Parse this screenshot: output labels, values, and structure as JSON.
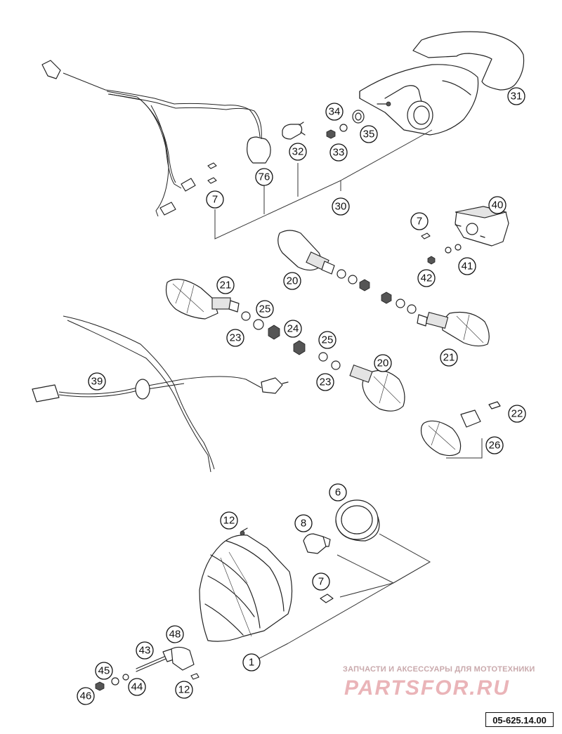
{
  "diagram": {
    "part_numbers": {
      "p1": "1",
      "p6": "6",
      "p7a": "7",
      "p7b": "7",
      "p7c": "7",
      "p8": "8",
      "p12a": "12",
      "p12b": "12",
      "p20a": "20",
      "p20b": "20",
      "p21a": "21",
      "p21b": "21",
      "p22": "22",
      "p23a": "23",
      "p23b": "23",
      "p24": "24",
      "p25a": "25",
      "p25b": "25",
      "p26": "26",
      "p30": "30",
      "p31": "31",
      "p32": "32",
      "p33": "33",
      "p34": "34",
      "p35": "35",
      "p39": "39",
      "p40": "40",
      "p41": "41",
      "p42": "42",
      "p43": "43",
      "p44": "44",
      "p45": "45",
      "p46": "46",
      "p48": "48",
      "p76": "76"
    },
    "watermark": {
      "top_text": "ЗАПЧАСТИ И АКСЕССУАРЫ ДЛЯ МОТОТЕХНИКИ",
      "logo_text": "PARTSFOR.RU"
    },
    "doc_code": "05-625.14.00"
  }
}
